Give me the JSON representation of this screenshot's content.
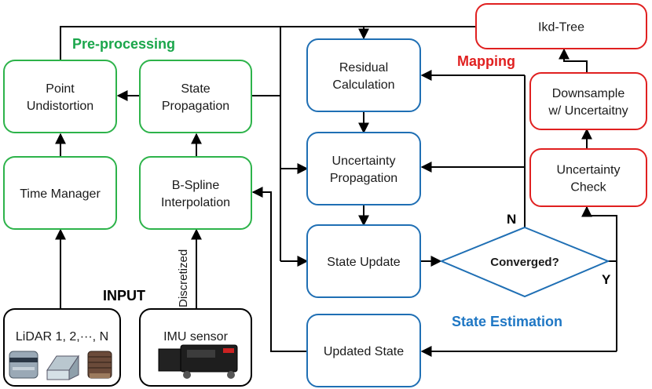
{
  "sections": {
    "preprocessing": {
      "label": "Pre-processing",
      "color": "#1aa64b"
    },
    "mapping": {
      "label": "Mapping",
      "color": "#e02020"
    },
    "state_estimation": {
      "label": "State Estimation",
      "color": "#1f77c4"
    },
    "input": {
      "label": "INPUT"
    }
  },
  "nodes": {
    "point_undistortion": [
      "Point",
      "Undistortion"
    ],
    "state_propagation": [
      "State",
      "Propagation"
    ],
    "time_manager": [
      "Time Manager"
    ],
    "bspline_interpolation": [
      "B-Spline",
      "Interpolation"
    ],
    "lidar": [
      "LiDAR 1, 2,···, N"
    ],
    "imu_sensor": [
      "IMU sensor"
    ],
    "residual_calculation": [
      "Residual",
      "Calculation"
    ],
    "uncertainty_propagation": [
      "Uncertainty",
      "Propagation"
    ],
    "state_update": [
      "State Update"
    ],
    "updated_state": [
      "Updated State"
    ],
    "converged": [
      "Converged?"
    ],
    "ikd_tree": [
      "Ikd-Tree"
    ],
    "downsample": [
      "Downsample",
      "w/ Uncertaitny"
    ],
    "uncertainty_check": [
      "Uncertainty",
      "Check"
    ]
  },
  "edge_labels": {
    "discretized": "Discretized",
    "no": "N",
    "yes": "Y"
  },
  "colors": {
    "green_box": "#2db34a",
    "blue_box": "#1f6fb4",
    "red_box": "#e02020",
    "black_box": "#000000",
    "edge": "#000000"
  }
}
